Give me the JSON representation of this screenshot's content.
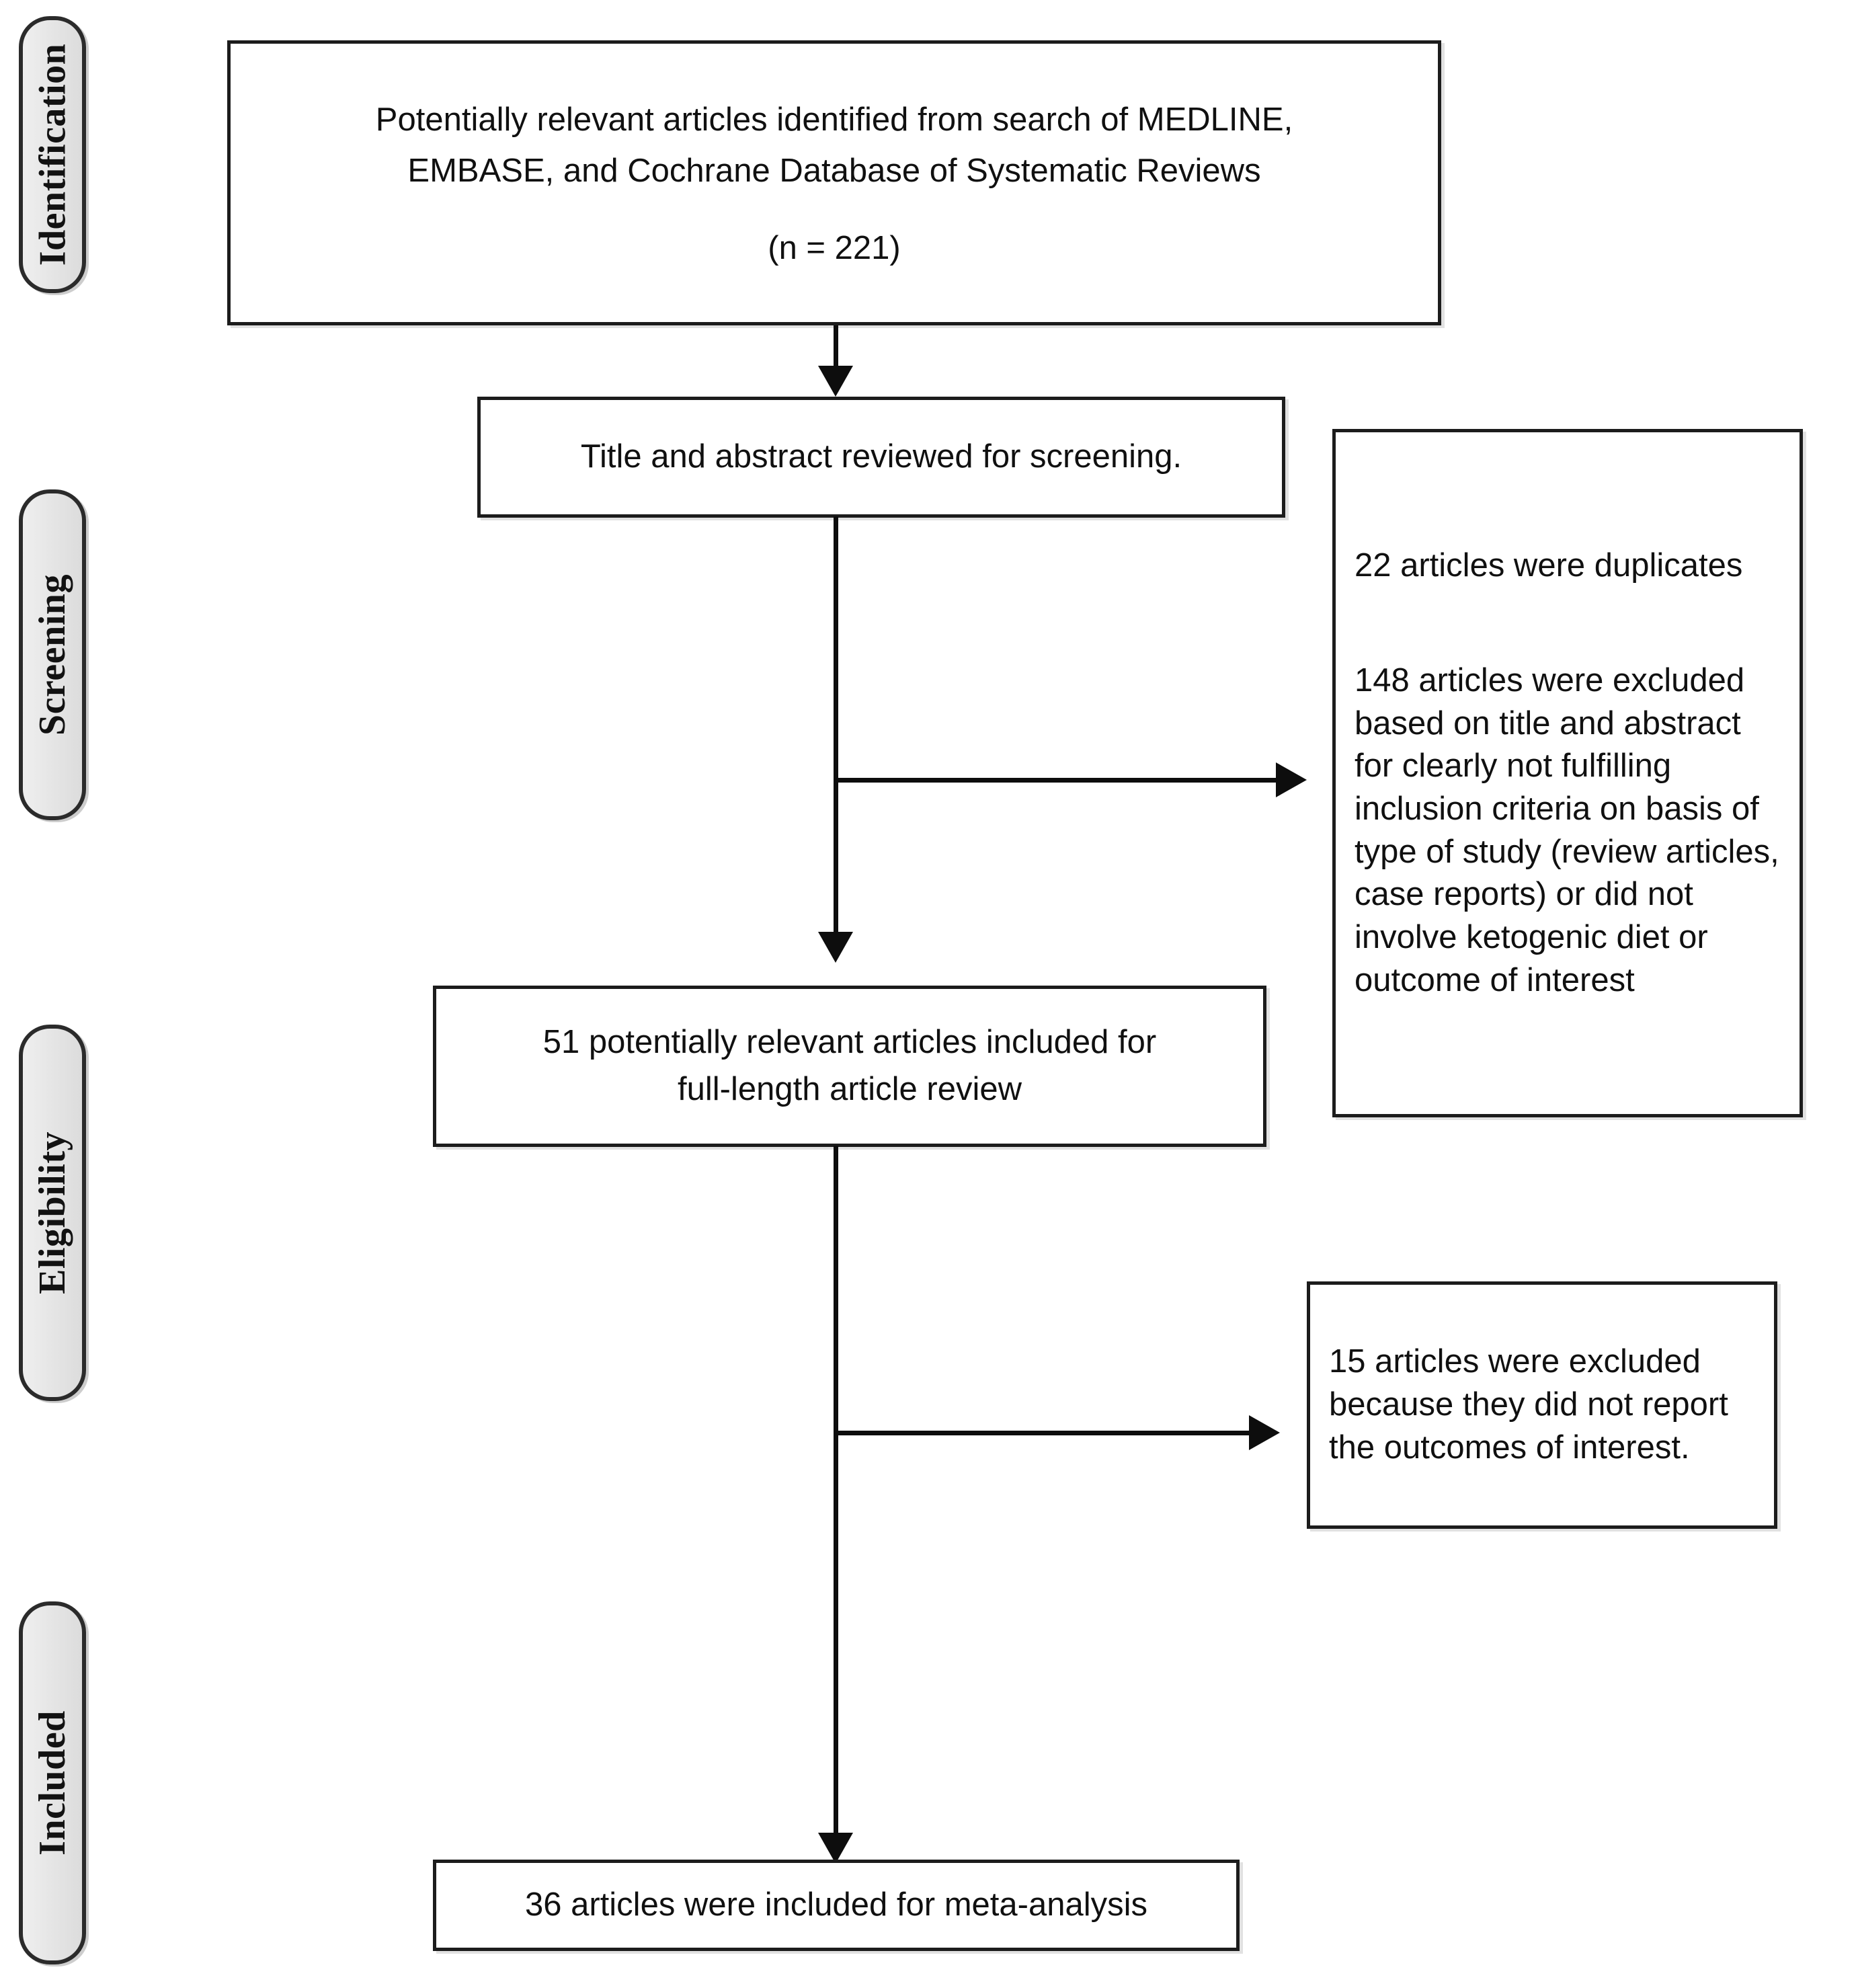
{
  "figure": {
    "kind": "prisma-flow-diagram",
    "background_color": "#ffffff",
    "line_color": "#0d0d0d",
    "box_border_color": "#1c1c1c",
    "pill_fill_color": "#e8e8e8"
  },
  "stages": [
    {
      "id": "identification",
      "label": "Identification"
    },
    {
      "id": "screening",
      "label": "Screening"
    },
    {
      "id": "eligibility",
      "label": "Eligibility"
    },
    {
      "id": "included",
      "label": "Included"
    }
  ],
  "boxes": {
    "identified": {
      "line1": "Potentially relevant articles identified from search of MEDLINE,",
      "line2": "EMBASE, and Cochrane Database of Systematic Reviews",
      "count_line": "(n = 221)",
      "n": 221
    },
    "screened": {
      "text": "Title and abstract reviewed for screening."
    },
    "excluded_screening": {
      "paragraph1": "22 articles were duplicates",
      "paragraph2": "148 articles were excluded based on title and abstract for clearly not fulfilling inclusion criteria on basis of type of study (review articles, case reports) or did not involve ketogenic diet or outcome of interest",
      "duplicates_n": 22,
      "excluded_n": 148
    },
    "fulltext": {
      "line1": "51 potentially relevant articles included for",
      "line2": "full-length article review",
      "n": 51
    },
    "excluded_fulltext": {
      "text": "15 articles were excluded because they did not report the outcomes of interest.",
      "n": 15
    },
    "included_final": {
      "text": "36 articles were included for meta-analysis",
      "n": 36
    }
  },
  "connectors": [
    {
      "id": "identified-to-screened",
      "type": "arrow-down"
    },
    {
      "id": "screened-to-excluded",
      "type": "arrow-right"
    },
    {
      "id": "screened-to-fulltext",
      "type": "arrow-down"
    },
    {
      "id": "fulltext-to-excluded-fulltext",
      "type": "arrow-right"
    },
    {
      "id": "fulltext-to-included",
      "type": "arrow-down"
    }
  ]
}
